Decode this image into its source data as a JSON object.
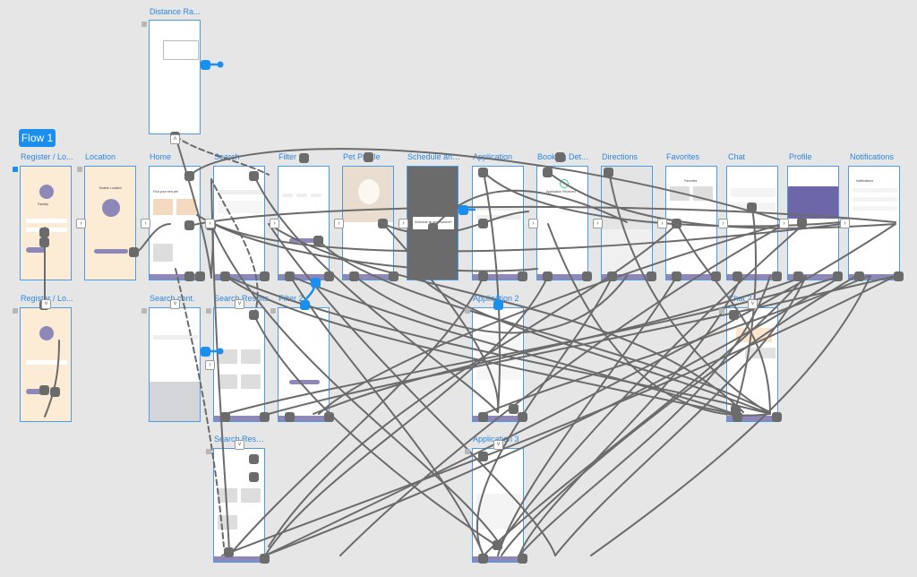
{
  "flow_badge": "Flow 1",
  "labels": {
    "distance": "Distance Ra...",
    "register1": "Register / Lo...",
    "location": "Location",
    "home": "Home",
    "search": "Search",
    "filter": "Filter",
    "pet_profile": "Pet Profile",
    "schedule": "Schedule an ...",
    "application": "Application",
    "booking": "Booking Det...",
    "directions": "Directions",
    "favorites": "Favorites",
    "chat": "Chat",
    "profile": "Profile",
    "notifications": "Notifications",
    "register2": "Register / Lo...",
    "search_cont": "Search cont.",
    "search_results": "Search Results",
    "filter2": "Filter 2",
    "application2": "Application 2",
    "chat2": "Chat 2",
    "search_results2": "Search Resul...",
    "application3": "Application 3"
  },
  "mini": {
    "app_name": "Pawsity",
    "enable_location": "Enable Location",
    "find_pet": "Find your new pet",
    "schedule_q": "Schedule an appointment?",
    "app_received": "Application Received",
    "favorites_title": "Favorites",
    "notifications_title": "Notifications"
  },
  "colors": {
    "canvas": "#e6e6e6",
    "accent_blue": "#1b8ff0",
    "wire_gray": "#6b6b6b",
    "artboard_border": "#4a9be8",
    "tab_purple": "#8e88b8",
    "beige": "#fcecd6"
  }
}
